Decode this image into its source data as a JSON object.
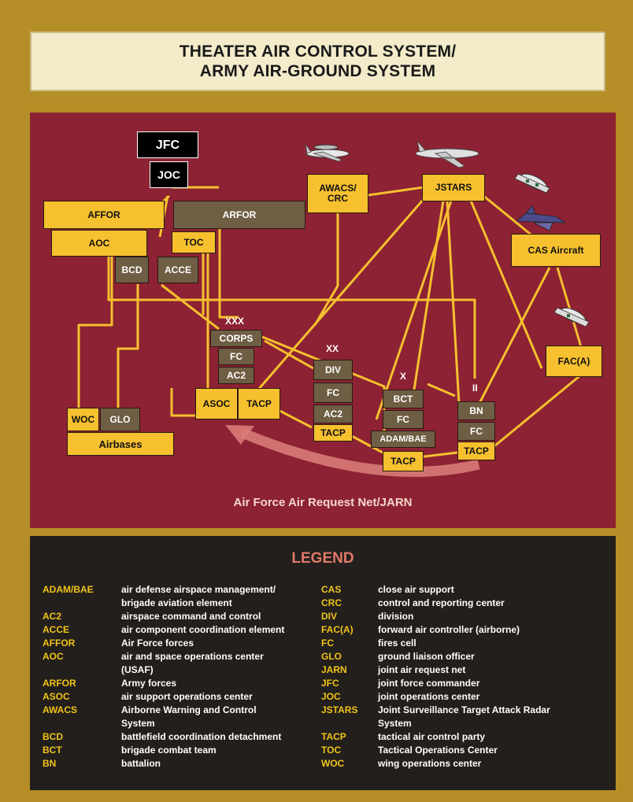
{
  "title": {
    "line1": "THEATER AIR CONTROL SYSTEM/",
    "line2": "ARMY AIR-GROUND SYSTEM"
  },
  "colors": {
    "frame": "#b58e27",
    "diagram_bg": "#8c2233",
    "node_yellow": "#f6c02f",
    "node_olive": "#6e5e44",
    "link_yellow": "#f6c02f",
    "legend_bg": "#231f1c",
    "legend_title": "#e07a6a",
    "abbrev": "#f0c419"
  },
  "nodes": {
    "jfc": "JFC",
    "joc": "JOC",
    "affor": "AFFOR",
    "aoc": "AOC",
    "arfor": "ARFOR",
    "toc": "TOC",
    "bcd": "BCD",
    "acce": "ACCE",
    "awacs": "AWACS/\nCRC",
    "jstars": "JSTARS",
    "cas": "CAS Aircraft",
    "faca": "FAC(A)",
    "corps": "CORPS",
    "corps_fc": "FC",
    "corps_ac2": "AC2",
    "asoc": "ASOC",
    "tacp_corps": "TACP",
    "div": "DIV",
    "div_fc": "FC",
    "div_ac2": "AC2",
    "div_tacp": "TACP",
    "bct": "BCT",
    "bct_fc": "FC",
    "adam": "ADAM/BAE",
    "bct_tacp": "TACP",
    "bn": "BN",
    "bn_fc": "FC",
    "bn_tacp": "TACP",
    "woc": "WOC",
    "glo": "GLO",
    "airbases": "Airbases"
  },
  "echelons": {
    "corps": "XXX",
    "division": "XX",
    "brigade": "X",
    "battalion": "II"
  },
  "icons": [
    "awacs-aircraft-icon",
    "jstars-aircraft-icon",
    "a10-aircraft-icon",
    "f16-aircraft-icon",
    "faca-aircraft-icon",
    "request-flow-arrow-icon"
  ],
  "net_label": "Air Force Air Request Net/JARN",
  "legend": {
    "title": "LEGEND",
    "left": [
      {
        "abbr": "ADAM/BAE",
        "def": "air defense airspace management/",
        "def2": "brigade aviation element"
      },
      {
        "abbr": "AC2",
        "def": "airspace command and control"
      },
      {
        "abbr": "ACCE",
        "def": "air component coordination element"
      },
      {
        "abbr": "AFFOR",
        "def": "Air Force forces"
      },
      {
        "abbr": "AOC",
        "def": "air and space operations center",
        "def2": "(USAF)"
      },
      {
        "abbr": "ARFOR",
        "def": "Army forces"
      },
      {
        "abbr": "ASOC",
        "def": "air support operations center"
      },
      {
        "abbr": "AWACS",
        "def": "Airborne Warning and Control",
        "def2": "System"
      },
      {
        "abbr": "BCD",
        "def": "battlefield coordination detachment"
      },
      {
        "abbr": "BCT",
        "def": "brigade combat team"
      },
      {
        "abbr": "BN",
        "def": "battalion"
      }
    ],
    "right": [
      {
        "abbr": "CAS",
        "def": "close air support"
      },
      {
        "abbr": "CRC",
        "def": "control and reporting center"
      },
      {
        "abbr": "DIV",
        "def": "division"
      },
      {
        "abbr": "FAC(A)",
        "def": "forward air controller (airborne)"
      },
      {
        "abbr": "FC",
        "def": "fires cell"
      },
      {
        "abbr": "GLO",
        "def": "ground liaison officer"
      },
      {
        "abbr": "JARN",
        "def": "joint air request net"
      },
      {
        "abbr": "JFC",
        "def": "joint force commander"
      },
      {
        "abbr": "JOC",
        "def": "joint operations center"
      },
      {
        "abbr": "JSTARS",
        "def": "Joint Surveillance Target Attack Radar",
        "def2": "System"
      },
      {
        "abbr": "TACP",
        "def": "tactical air control party"
      },
      {
        "abbr": "TOC",
        "def": "Tactical Operations Center"
      },
      {
        "abbr": "WOC",
        "def": "wing operations center"
      }
    ]
  }
}
